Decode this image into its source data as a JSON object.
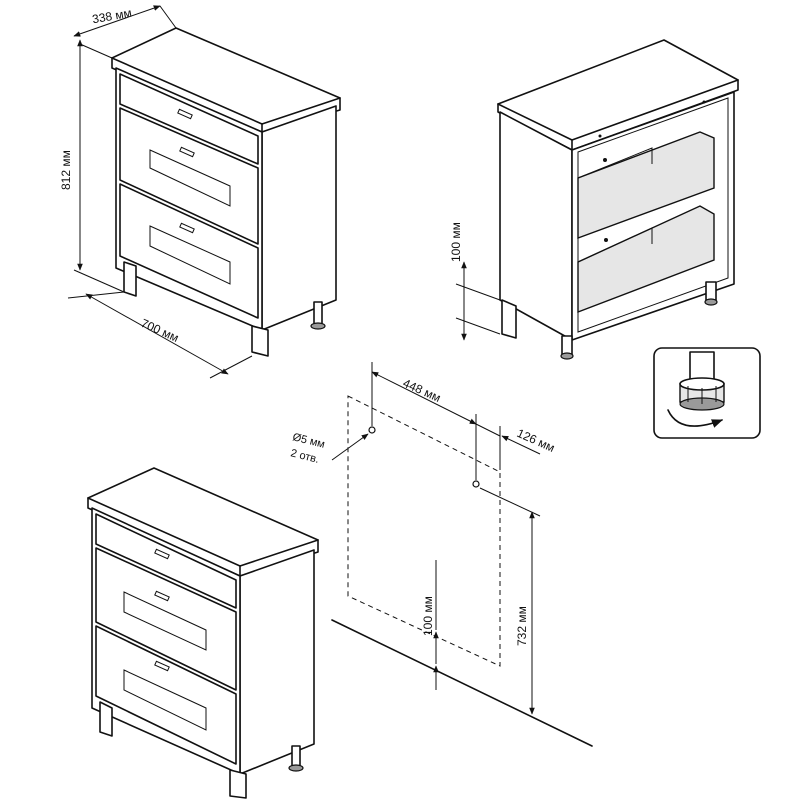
{
  "dimensions": {
    "depth": "338 мм",
    "height": "812 мм",
    "width": "700 мм",
    "drawer_clearance": "100 мм",
    "hole_spacing": "448 мм",
    "hole_offset": "126 мм",
    "hole_diameter": "Ø5 мм",
    "hole_count": "2 отв.",
    "wall_clearance": "100 мм",
    "hole_height": "732 мм"
  },
  "icons": {
    "leveling_foot": "adjustable-foot-icon",
    "rotate_arrow": "rotate-arrow-icon"
  },
  "colors": {
    "line": "#111111",
    "background": "#ffffff",
    "fill_light": "#e6e6e6"
  }
}
